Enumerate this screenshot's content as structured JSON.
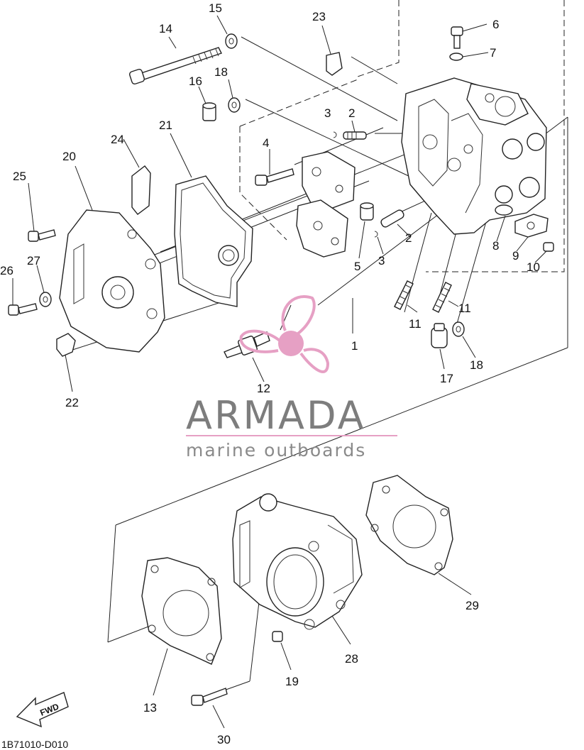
{
  "diagram": {
    "code": "1B71010-D010",
    "fwd_label": "FWD",
    "callouts": [
      "1",
      "2",
      "3",
      "4",
      "5",
      "6",
      "7",
      "8",
      "9",
      "10",
      "11",
      "12",
      "13",
      "14",
      "15",
      "16",
      "17",
      "18",
      "19",
      "20",
      "21",
      "22",
      "23",
      "24",
      "25",
      "26",
      "27",
      "28",
      "29",
      "30"
    ]
  },
  "watermark": {
    "brand": "ARMADA",
    "tagline": "marine outboards",
    "accent_color": "#e6a0c4",
    "text_color": "#7d7d7d"
  }
}
